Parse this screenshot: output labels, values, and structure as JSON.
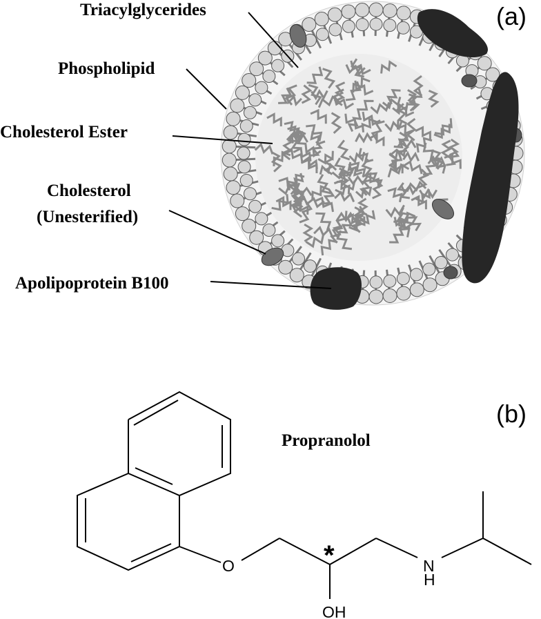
{
  "panel_a": {
    "tag": "(a)",
    "labels": {
      "triacylglycerides": "Triacylglycerides",
      "phospholipid": "Phospholipid",
      "cholesterol_ester": "Cholesterol Ester",
      "cholesterol_line1": "Cholesterol",
      "cholesterol_line2": "(Unesterified)",
      "apolipoprotein": "Apolipoprotein B100"
    }
  },
  "panel_b": {
    "tag": "(b)",
    "molecule_name": "Propranolol",
    "atoms": {
      "oxygen_ether": "O",
      "nitrogen": "N",
      "hydrogen": "H",
      "hydroxyl": "OH",
      "stereocenter_mark": "*"
    }
  },
  "colors": {
    "shell_head": "#d6d6d6",
    "core": "#8a8a8a",
    "cholesterol": "#6a6a6a",
    "apolipoprotein": "#262626"
  }
}
